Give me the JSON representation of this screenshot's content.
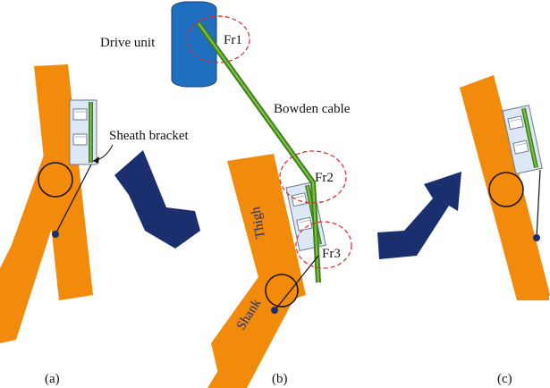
{
  "colors": {
    "limb": "#f28a0c",
    "drive_unit": "#1f6fc0",
    "cable_outer": "#3f7d1e",
    "cable_inner": "#7cc242",
    "arrow": "#1b2f6e",
    "friction_circle": "#e0262b",
    "bracket": "#dde8f6",
    "pin": "#1b2f6e"
  },
  "labels": {
    "drive_unit": "Drive unit",
    "bowden_cable": "Bowden cable",
    "sheath_bracket": "Sheath bracket",
    "thigh": "Thigh",
    "shank": "Shank",
    "fr1": "Fr1",
    "fr2": "Fr2",
    "fr3": "Fr3"
  },
  "captions": {
    "a": "(a)",
    "b": "(b)",
    "c": "(c)"
  }
}
